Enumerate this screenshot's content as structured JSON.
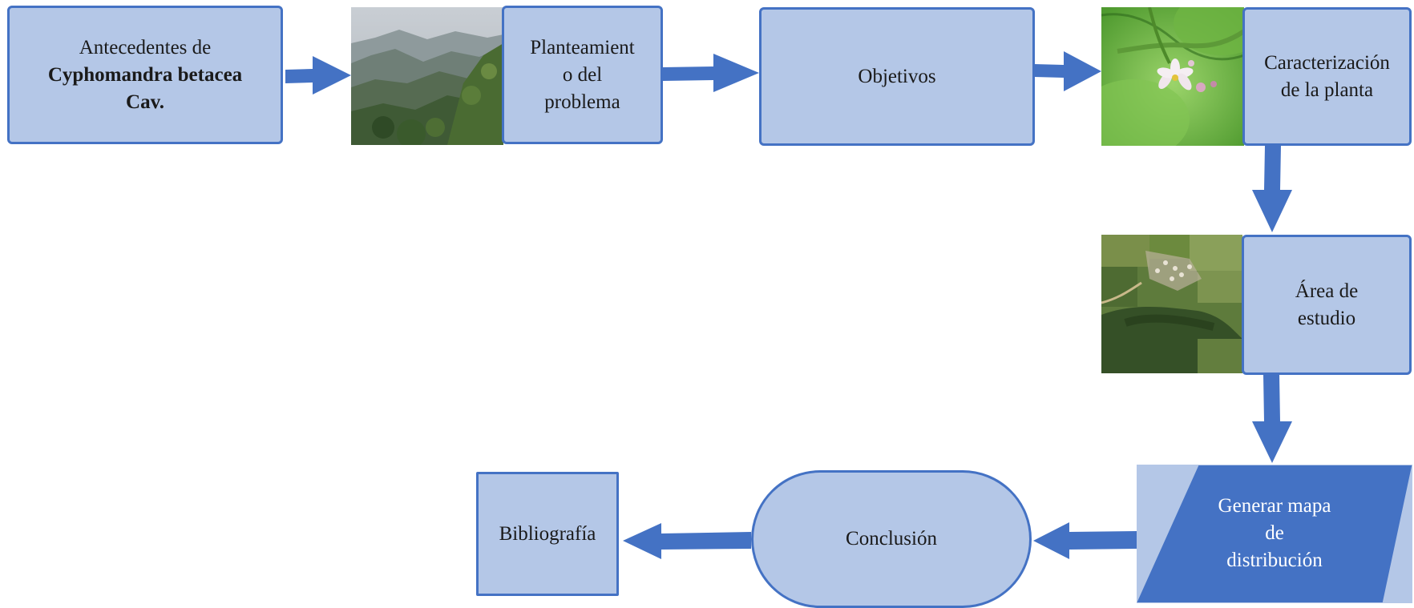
{
  "colors": {
    "box_fill": "#b4c7e7",
    "box_border": "#4472c4",
    "arrow": "#4472c4",
    "parallelogram_fill": "#4472c4",
    "parallelogram_text": "#ffffff"
  },
  "nodes": {
    "antecedentes": {
      "line1": "Antecedentes de",
      "line2": "Cyphomandra betacea",
      "line3": "Cav."
    },
    "planteamiento": {
      "line1": "Planteamient",
      "line2": "o del",
      "line3": "problema"
    },
    "objetivos": {
      "label": "Objetivos"
    },
    "caracterizacion": {
      "line1": "Caracterización",
      "line2": "de la planta"
    },
    "area": {
      "line1": "Área de",
      "line2": "estudio"
    },
    "generar": {
      "line1": "Generar mapa",
      "line2": "de",
      "line3": "distribución"
    },
    "conclusion": {
      "label": "Conclusión"
    },
    "bibliografia": {
      "label": "Bibliografía"
    }
  },
  "images": {
    "mountains": "mountain-photo",
    "flower": "flower-photo",
    "aerial": "aerial-photo"
  },
  "edges": [
    {
      "from": "antecedentes",
      "to": "planteamiento"
    },
    {
      "from": "planteamiento",
      "to": "objetivos"
    },
    {
      "from": "objetivos",
      "to": "caracterizacion"
    },
    {
      "from": "caracterizacion",
      "to": "area"
    },
    {
      "from": "area",
      "to": "generar"
    },
    {
      "from": "generar",
      "to": "conclusion"
    },
    {
      "from": "conclusion",
      "to": "bibliografia"
    }
  ]
}
